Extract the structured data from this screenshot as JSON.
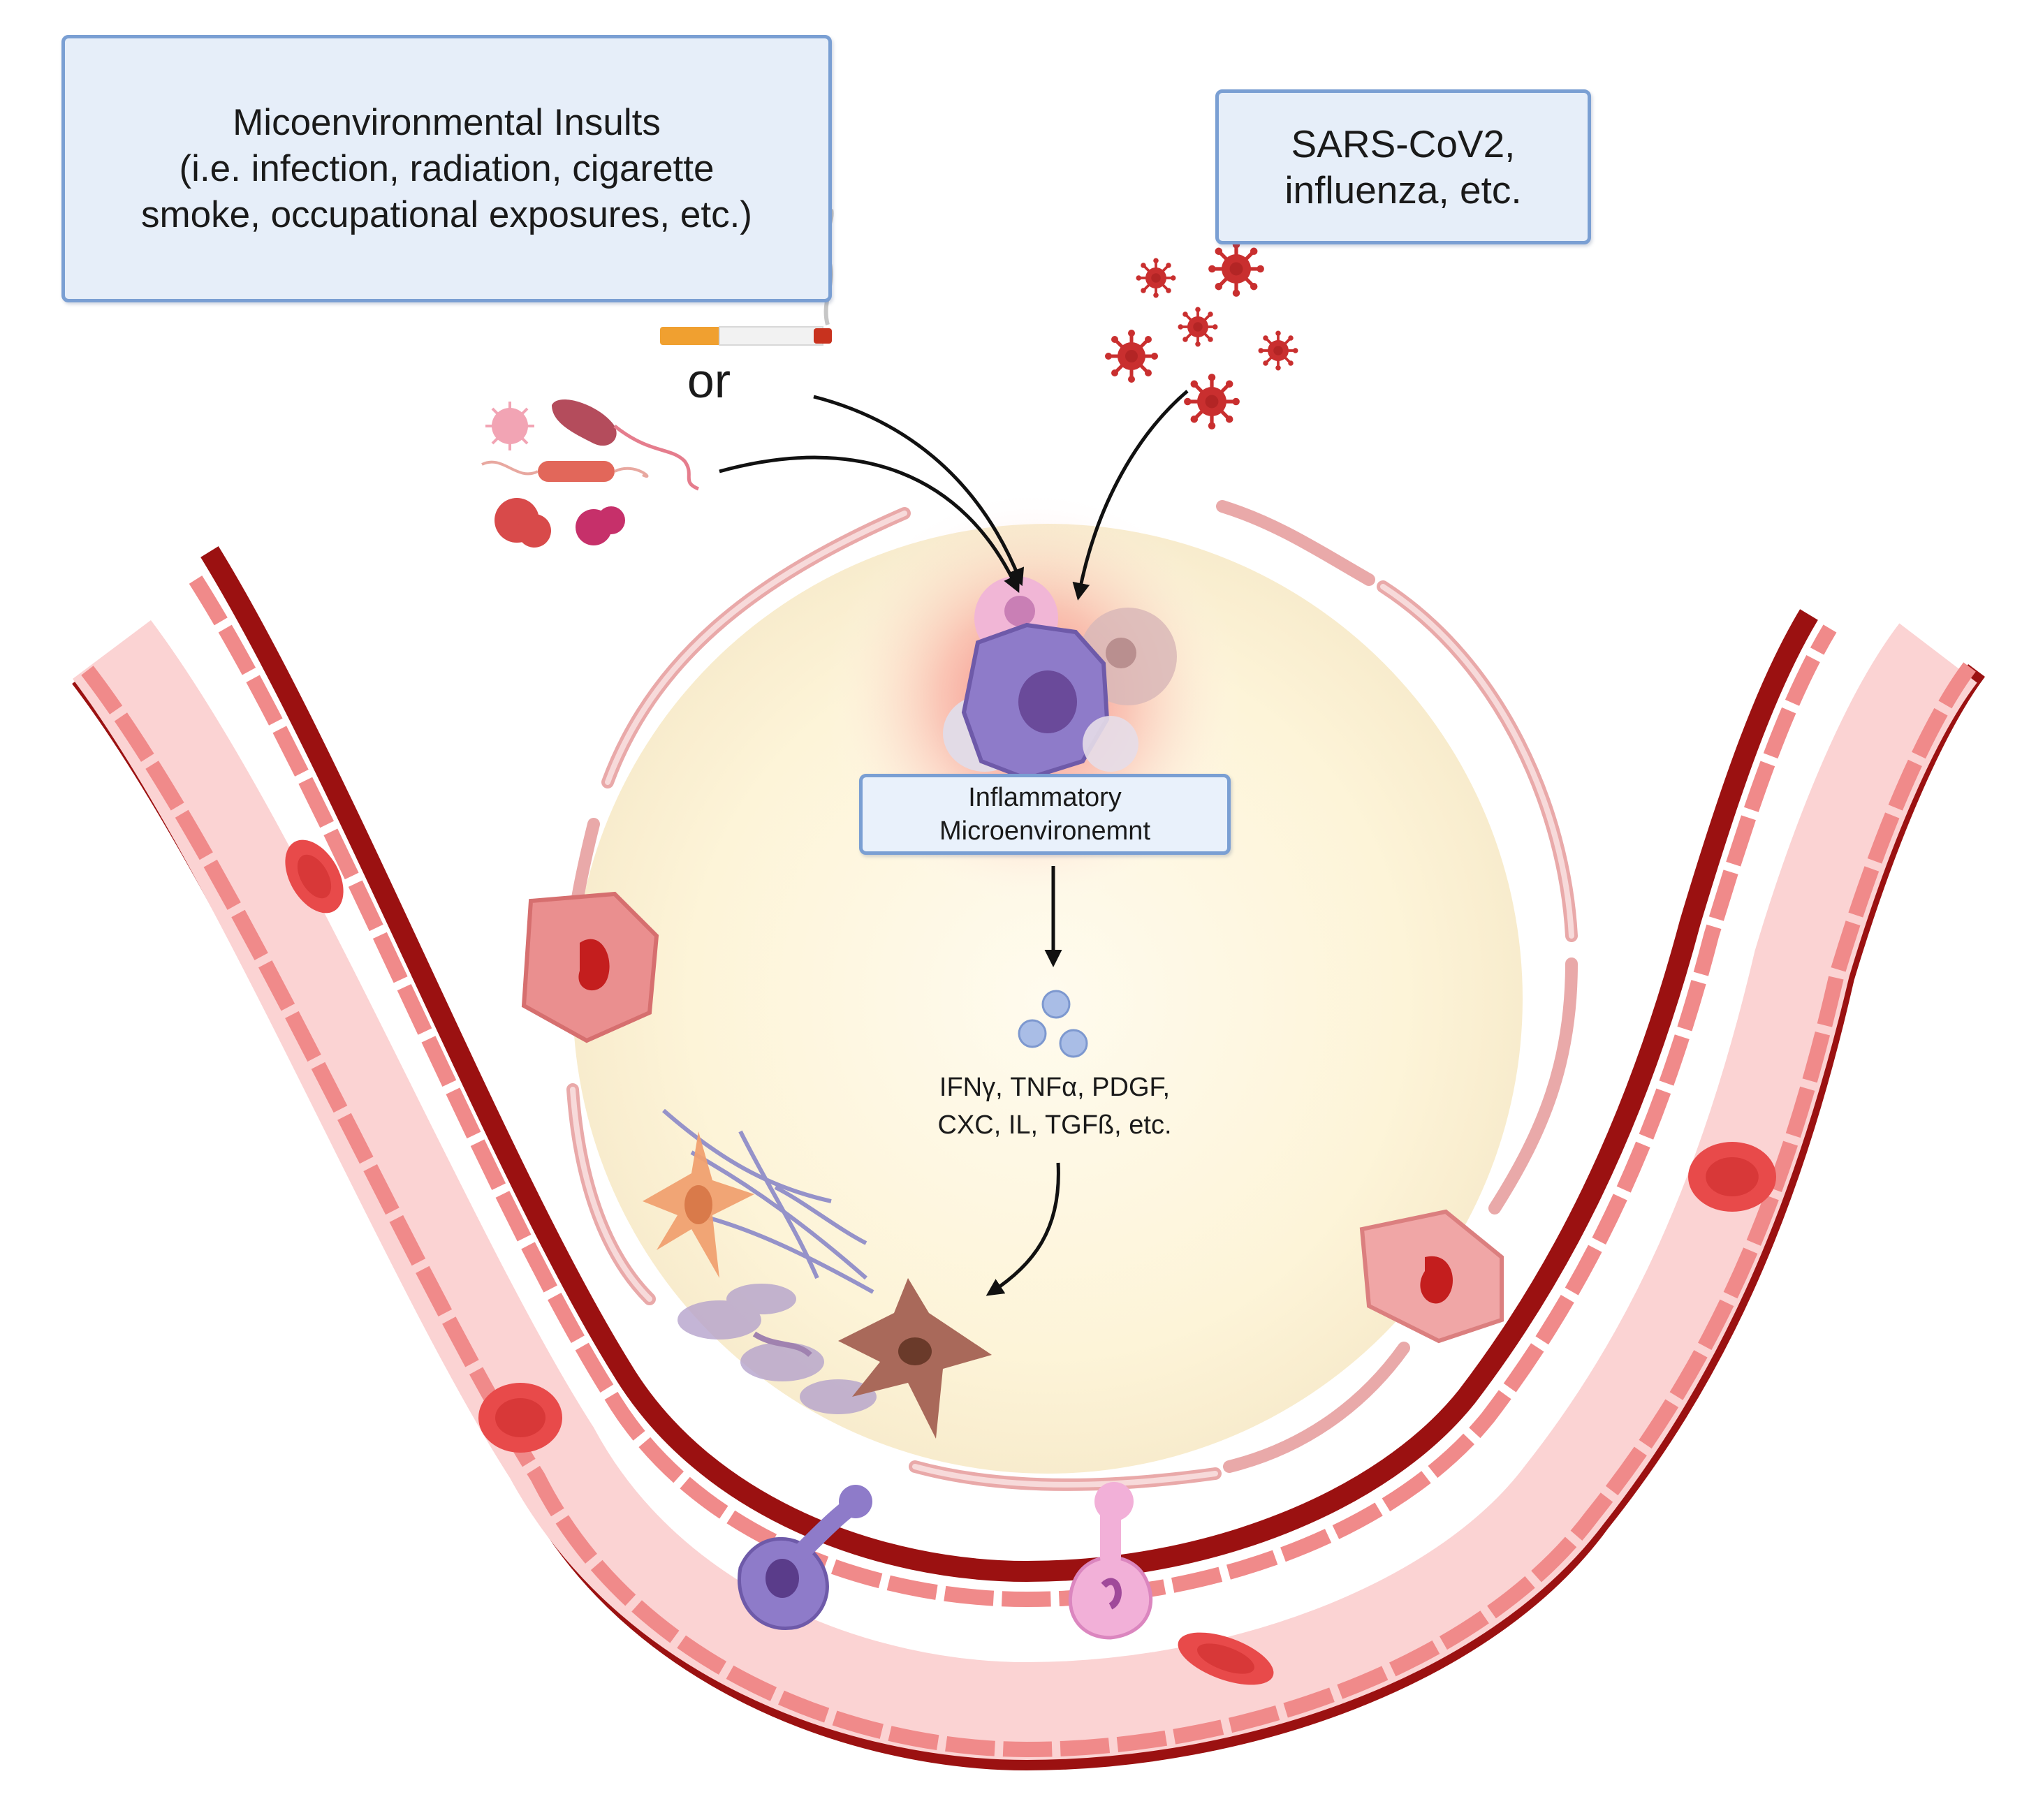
{
  "insults_box": {
    "lines": [
      "Micoenvironmental Insults",
      "(i.e. infection, radiation, cigarette",
      "smoke, occupational exposures, etc.)"
    ]
  },
  "virus_box": {
    "lines": [
      "SARS-CoV2,",
      "influenza, etc."
    ]
  },
  "or_label": "or",
  "inflammatory_box": {
    "lines": [
      "Inflammatory",
      "Microenvironemnt"
    ]
  },
  "cytokines": {
    "lines": [
      "IFNγ, TNFα, PDGF,",
      "CXC, IL, TGFß, etc."
    ]
  },
  "colors": {
    "vessel_wall": "#9b1111",
    "vessel_lumen": "#fbd3d3",
    "endothelium": "#f08a8a",
    "rbc": "#e84a4a",
    "alveolus_fill": "#fdf5dc",
    "alveolus_cell": "#f1c7c7",
    "virus": "#c92f2f",
    "macrophage": "#8e7bc9",
    "fibroblast": "#a9695a",
    "box_border": "#7a9fd3",
    "box_fill": "#e6eef9"
  }
}
